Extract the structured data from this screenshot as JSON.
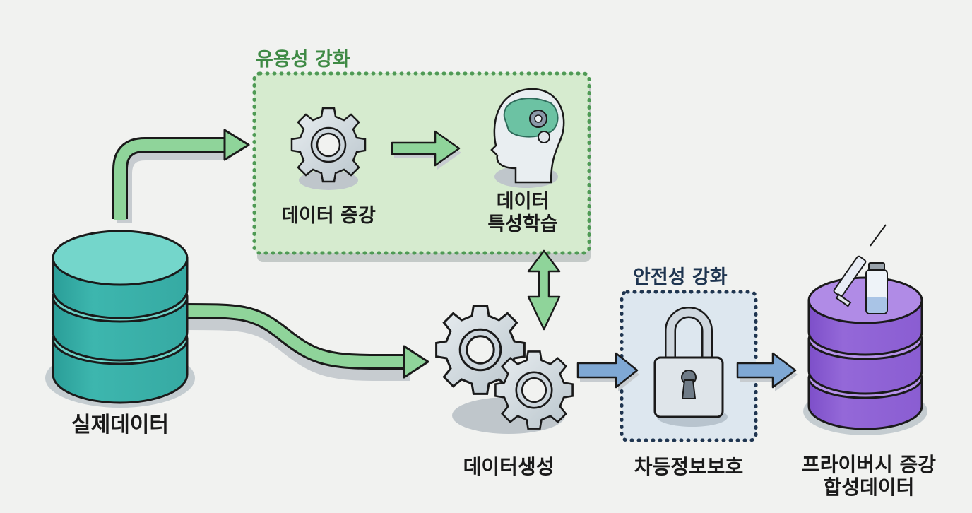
{
  "diagram": {
    "groups": {
      "utility": {
        "title": "유용성 강화",
        "color": "#3f8a45",
        "fill": "#d6ebcf"
      },
      "safety": {
        "title": "안전성 강화",
        "color": "#1f3550",
        "fill": "#dde7ef"
      }
    },
    "nodes": {
      "real_data": {
        "label": "실제데이터",
        "icon": "database-icon",
        "color": "#4fc2b7"
      },
      "augmentation": {
        "label": "데이터 증강",
        "icon": "gear-icon"
      },
      "feature_learning": {
        "label": "데이터\n특성학습",
        "icon": "brain-head-icon"
      },
      "generation": {
        "label": "데이터생성",
        "icon": "gears-icon"
      },
      "differential_privacy": {
        "label": "차등정보보호",
        "icon": "padlock-icon"
      },
      "synthetic_data": {
        "label": "프라이버시 증강\n합성데이터",
        "icon": "database-with-syringe-icon",
        "color": "#9a6fd8"
      }
    },
    "edges": [
      {
        "from": "실제데이터",
        "to": "유용성 강화",
        "type": "green-arrow"
      },
      {
        "from": "데이터 증강",
        "to": "데이터 특성학습",
        "type": "green-arrow"
      },
      {
        "from": "실제데이터",
        "to": "데이터생성",
        "type": "green-arrow"
      },
      {
        "from": "데이터 특성학습",
        "to": "데이터생성",
        "type": "green-double-arrow"
      },
      {
        "from": "데이터생성",
        "to": "차등정보보호",
        "type": "blue-arrow"
      },
      {
        "from": "차등정보보호",
        "to": "프라이버시 증강 합성데이터",
        "type": "blue-arrow"
      }
    ],
    "colors": {
      "green_arrow": "#8fd49a",
      "blue_arrow": "#7fa8d4",
      "outline": "#1a1a1a"
    }
  }
}
